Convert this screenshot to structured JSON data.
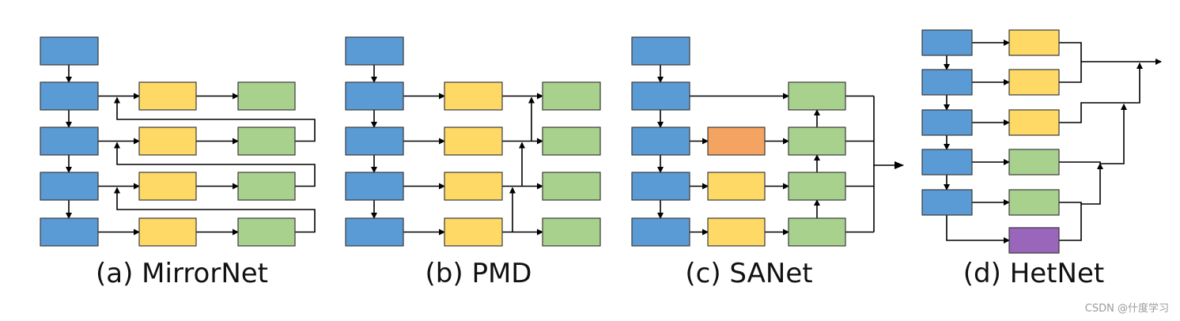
{
  "figure": {
    "panels": [
      {
        "id": "a",
        "caption": "(a) MirrorNet"
      },
      {
        "id": "b",
        "caption": "(b) PMD"
      },
      {
        "id": "c",
        "caption": "(c) SANet"
      },
      {
        "id": "d",
        "caption": "(d) HetNet"
      }
    ],
    "watermark": "CSDN @什度学习"
  },
  "colors": {
    "encoder": "#5b9bd5",
    "module_yellow": "#ffd966",
    "module_green": "#a9d18e",
    "module_orange": "#f4a460",
    "module_purple": "#9966bb",
    "line": "#000000"
  }
}
